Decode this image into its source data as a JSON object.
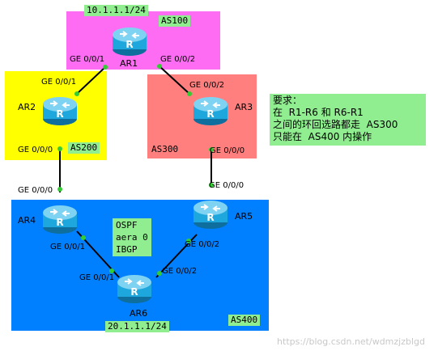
{
  "zones": {
    "as100": "AS100",
    "as200": "AS200",
    "as300": "AS300",
    "as400": "AS400"
  },
  "networks": {
    "top": "10.1.1.1/24",
    "bottom": "20.1.1.1/24"
  },
  "routers": {
    "ar1": "AR1",
    "ar2": "AR2",
    "ar3": "AR3",
    "ar4": "AR4",
    "ar5": "AR5",
    "ar6": "AR6",
    "glyph": "R"
  },
  "interfaces": {
    "ar1_left": "GE 0/0/1",
    "ar1_right": "GE 0/0/2",
    "ar2_top": "GE 0/0/1",
    "ar2_bottom": "GE 0/0/0",
    "ar3_top": "GE 0/0/2",
    "ar3_bottom": "GE 0/0/0",
    "ar4_top": "GE 0/0/0",
    "ar4_bottom": "GE 0/0/1",
    "ar5_top": "GE 0/0/0",
    "ar5_bottom": "GE 0/0/2",
    "ar6_left": "GE 0/0/1",
    "ar6_right": "GE 0/0/2"
  },
  "ospf_note": {
    "line1": "OSPF",
    "line2": "aera 0",
    "line3": "IBGP"
  },
  "requirements": {
    "line1": "要求：",
    "line2": "在  R1-R6 和 R6-R1",
    "line3": "之间的环回选路都走  AS300",
    "line4": "只能在  AS400 内操作"
  },
  "watermark": "https://blog.csdn.net/wdmzjzblgd",
  "colors": {
    "as100": "#ff6cf4",
    "as200": "#ffff00",
    "as300": "#ff7f7f",
    "as400": "#0080ff",
    "note": "#90ee90",
    "link": "#000000",
    "port": "#33cc33",
    "router": "#1ea7dc"
  },
  "icons": {
    "router": "router-icon"
  }
}
